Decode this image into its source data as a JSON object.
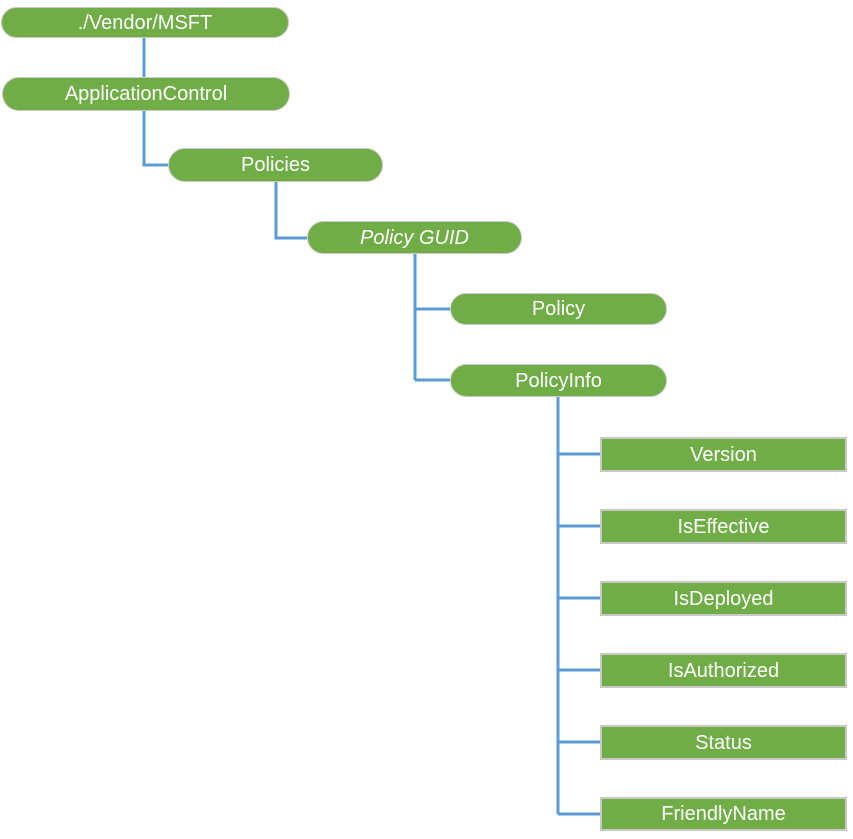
{
  "diagram": {
    "type": "tree",
    "colors": {
      "node_fill": "#70AD47",
      "node_border": "#C9C9C9",
      "node_text": "#FFFFFF",
      "connector": "#5B9BD5"
    },
    "nodes": [
      {
        "id": "vendor-msft",
        "label": "./Vendor/MSFT",
        "shape": "pill",
        "italic": false
      },
      {
        "id": "application-control",
        "label": "ApplicationControl",
        "shape": "pill",
        "italic": false
      },
      {
        "id": "policies",
        "label": "Policies",
        "shape": "pill",
        "italic": false
      },
      {
        "id": "policy-guid",
        "label": "Policy GUID",
        "shape": "pill",
        "italic": true
      },
      {
        "id": "policy",
        "label": "Policy",
        "shape": "pill",
        "italic": false
      },
      {
        "id": "policy-info",
        "label": "PolicyInfo",
        "shape": "pill",
        "italic": false
      },
      {
        "id": "version",
        "label": "Version",
        "shape": "rect",
        "italic": false
      },
      {
        "id": "is-effective",
        "label": "IsEffective",
        "shape": "rect",
        "italic": false
      },
      {
        "id": "is-deployed",
        "label": "IsDeployed",
        "shape": "rect",
        "italic": false
      },
      {
        "id": "is-authorized",
        "label": "IsAuthorized",
        "shape": "rect",
        "italic": false
      },
      {
        "id": "status",
        "label": "Status",
        "shape": "rect",
        "italic": false
      },
      {
        "id": "friendly-name",
        "label": "FriendlyName",
        "shape": "rect",
        "italic": false
      }
    ],
    "edges": [
      {
        "from": "./Vendor/MSFT",
        "to": "ApplicationControl"
      },
      {
        "from": "ApplicationControl",
        "to": "Policies"
      },
      {
        "from": "Policies",
        "to": "Policy GUID"
      },
      {
        "from": "Policy GUID",
        "to": "Policy"
      },
      {
        "from": "Policy GUID",
        "to": "PolicyInfo"
      },
      {
        "from": "PolicyInfo",
        "to": "Version"
      },
      {
        "from": "PolicyInfo",
        "to": "IsEffective"
      },
      {
        "from": "PolicyInfo",
        "to": "IsDeployed"
      },
      {
        "from": "PolicyInfo",
        "to": "IsAuthorized"
      },
      {
        "from": "PolicyInfo",
        "to": "Status"
      },
      {
        "from": "PolicyInfo",
        "to": "FriendlyName"
      }
    ]
  }
}
